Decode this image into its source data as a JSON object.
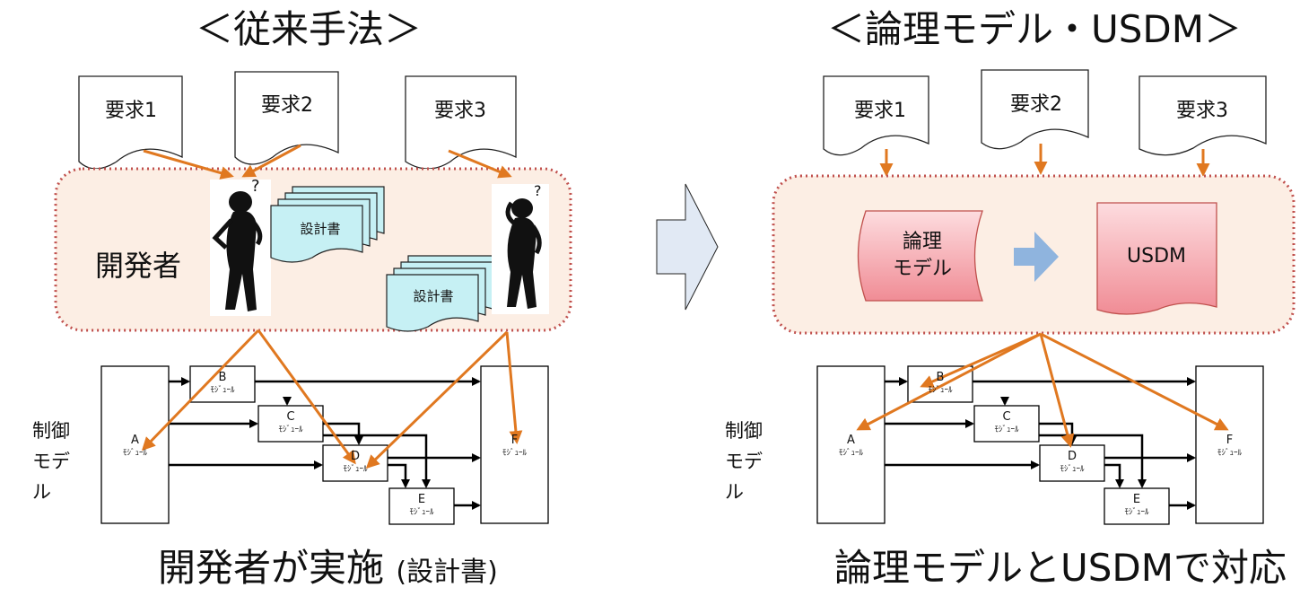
{
  "left": {
    "title": "＜従来手法＞",
    "requirements": [
      "要求1",
      "要求2",
      "要求3"
    ],
    "developer_label": "開発者",
    "design_doc_label": "設計書",
    "control_model_label": "制御\nモデル",
    "caption_main": "開発者が実施",
    "caption_sub": "(設計書)"
  },
  "right": {
    "title": "＜論理モデル・USDM＞",
    "requirements": [
      "要求1",
      "要求2",
      "要求3"
    ],
    "logic_model_label": "論理\nモデル",
    "usdm_label": "USDM",
    "control_model_label": "制御\nモデル",
    "caption": "論理モデルとUSDMで対応"
  },
  "modules": {
    "suffix": "ﾓｼﾞｭｰﾙ",
    "letters": [
      "A",
      "B",
      "C",
      "D",
      "E",
      "F"
    ]
  },
  "colors": {
    "orange_arrow": "#E07820",
    "dotted_border": "#C0504D",
    "dev_fill": "#FCEEE4",
    "doc_fill": "#C6F0F4",
    "pink_fill": "#F6B3B8",
    "blue_arrow": "#8FB4DE",
    "big_arrow_fill": "#E1E9F4"
  }
}
